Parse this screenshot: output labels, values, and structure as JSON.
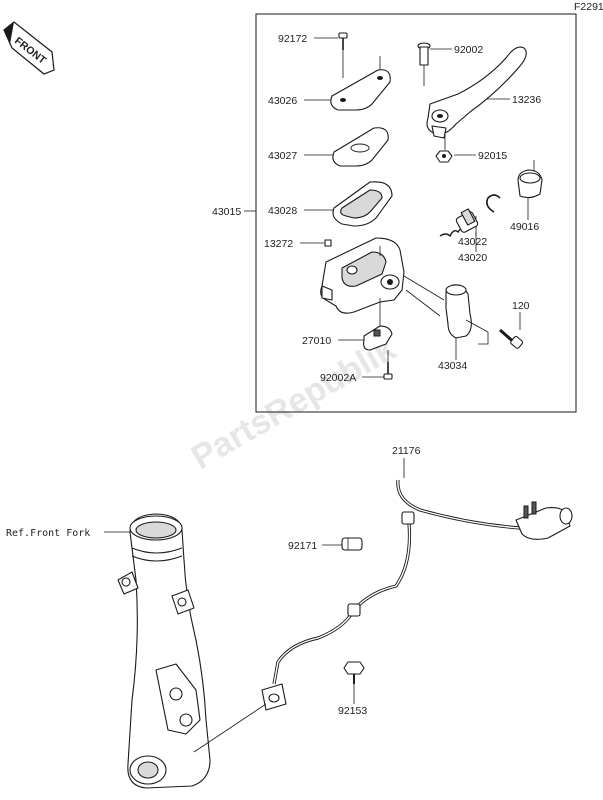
{
  "diagram_code": "F2291",
  "front_arrow_label": "FRONT",
  "watermark": "PartsRepublik",
  "parts": {
    "p92172": "92172",
    "p92002": "92002",
    "p43026": "43026",
    "p13236": "13236",
    "p43027": "43027",
    "p92015": "92015",
    "p43015": "43015",
    "p43028": "43028",
    "p49016": "49016",
    "p43022": "43022",
    "p13272": "13272",
    "p43020": "43020",
    "p120": "120",
    "p27010": "27010",
    "p92002A": "92002A",
    "p43034": "43034",
    "p21176": "21176",
    "ref_front_fork": "Ref.Front Fork",
    "p92171": "92171",
    "p92153": "92153"
  }
}
